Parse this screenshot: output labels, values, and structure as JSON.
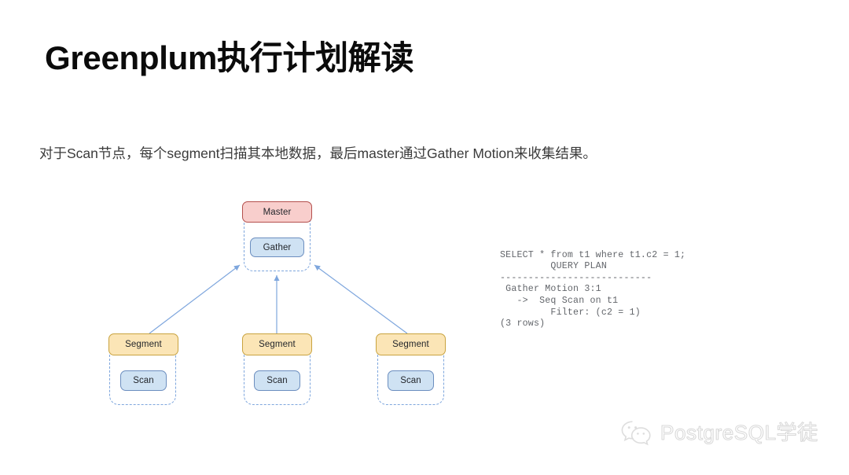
{
  "slide": {
    "title": "Greenplum执行计划解读",
    "subtitle": "对于Scan节点，每个segment扫描其本地数据，最后master通过Gather Motion来收集结果。"
  },
  "diagram": {
    "master_group": {
      "header_label": "Master",
      "child_label": "Gather"
    },
    "segments": [
      {
        "header_label": "Segment",
        "child_label": "Scan"
      },
      {
        "header_label": "Segment",
        "child_label": "Scan"
      },
      {
        "header_label": "Segment",
        "child_label": "Scan"
      }
    ],
    "colors": {
      "master_fill": "#f8cecc",
      "master_stroke": "#b4504d",
      "segment_fill": "#fbe5b6",
      "segment_stroke": "#c9a33f",
      "leaf_fill": "#cfe2f3",
      "leaf_stroke": "#6c8ebf",
      "group_dash": "#7ea6dd",
      "arrow": "#7ea6dd"
    }
  },
  "query_plan": {
    "lines": [
      "SELECT * from t1 where t1.c2 = 1;",
      "         QUERY PLAN",
      "---------------------------",
      " Gather Motion 3:1",
      "   ->  Seq Scan on t1",
      "         Filter: (c2 = 1)",
      "(3 rows)"
    ],
    "text": "SELECT * from t1 where t1.c2 = 1;\n         QUERY PLAN\n---------------------------\n Gather Motion 3:1\n   ->  Seq Scan on t1\n         Filter: (c2 = 1)\n(3 rows)"
  },
  "watermark": {
    "icon": "wechat-icon",
    "text": "PostgreSQL学徒"
  }
}
